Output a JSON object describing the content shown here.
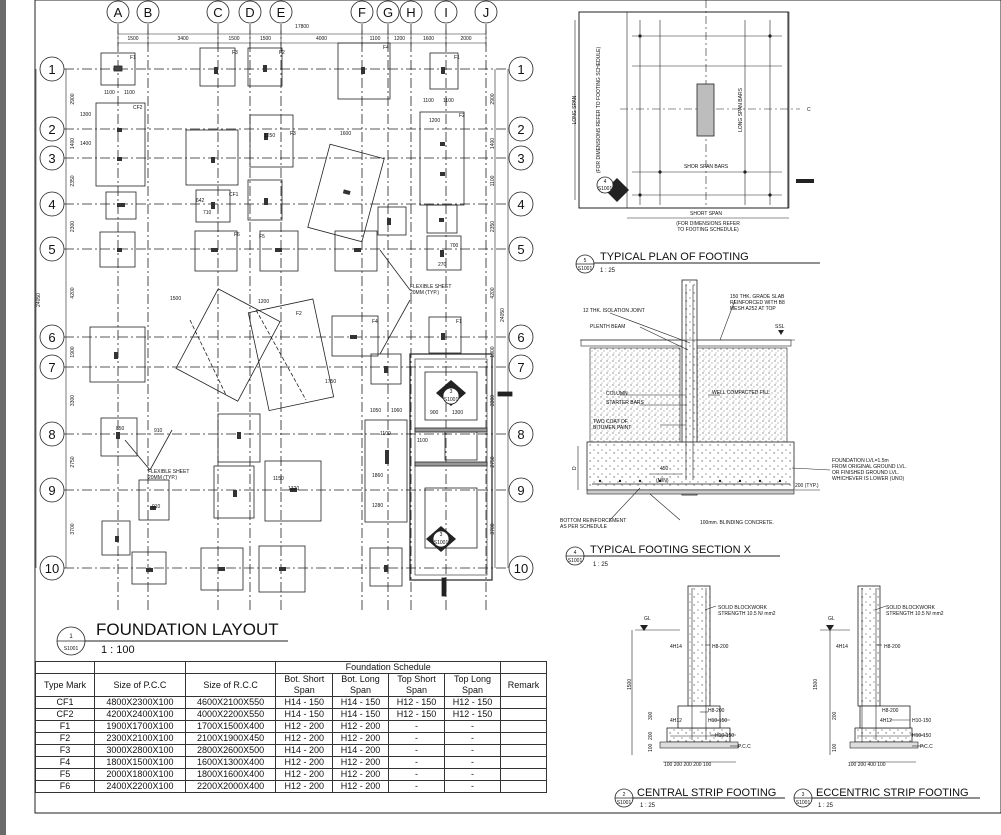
{
  "drawing": {
    "grid_columns": [
      "A",
      "B",
      "C",
      "D",
      "E",
      "F",
      "G",
      "H",
      "I",
      "J"
    ],
    "grid_rows": [
      "1",
      "2",
      "3",
      "4",
      "5",
      "6",
      "7",
      "8",
      "9",
      "10"
    ],
    "top_dims": [
      "1500",
      "3400",
      "1500",
      "1500",
      "4000",
      "1100",
      "1200",
      "1600",
      "2000"
    ],
    "overall_top_dim": "17800",
    "left_overall": "24050",
    "right_overall": "24050",
    "left_dims": [
      "2900",
      "1400",
      "2350",
      "2300",
      "4200",
      "1900",
      "3300",
      "2750",
      "3700"
    ],
    "right_dims": [
      "2900",
      "1400",
      "1100",
      "2350",
      "4200",
      "1900",
      "3300",
      "2750",
      "3700"
    ],
    "misc_dims": [
      "1100",
      "1100",
      "1300",
      "1400",
      "1200",
      "1250",
      "642",
      "710",
      "1100",
      "1100",
      "700",
      "270",
      "1050",
      "1060",
      "900",
      "1300",
      "1100",
      "910",
      "1320",
      "910",
      "1150",
      "1860",
      "1280",
      "1600",
      "1500",
      "1750",
      "1200",
      "1100",
      "850"
    ],
    "footing_labels": [
      "F1",
      "CF2",
      "F3",
      "F2",
      "F4",
      "F1",
      "F2",
      "F3",
      "CF1",
      "F6",
      "F5",
      "F4",
      "F2",
      "F1"
    ],
    "flex_sheet_note_1": "FLEXIBLE SHEET\n20MM (TYP.)",
    "flex_sheet_note_2": "FLEXIBLE SHEET\n20MM (TYP.)",
    "main_title": "FOUNDATION LAYOUT",
    "main_scale": "1 : 100",
    "main_tag_num": "1",
    "main_tag_sheet": "S1001",
    "section_tags": [
      "3",
      "S1001",
      "3",
      "S1001"
    ]
  },
  "plan_detail": {
    "long_span": "LONG SPAN",
    "long_span_bars": "LONG SPAN BARS",
    "short_span": "SHORT SPAN",
    "short_span_bars": "SHOR SPAN BARS",
    "for_dims_note": "(FOR DIMENSIONS REFER\nTO FOOTING SCHEDULE)",
    "for_dims_note_v": "(FOR DIMENSIONS REFER TO FOOTING SCHEDULE)",
    "c_mark": "C",
    "cut_tag_num": "4",
    "cut_tag_sheet": "S1001",
    "title": "TYPICAL PLAN OF FOOTING",
    "scale": "1 : 25",
    "tag_num": "5",
    "tag_sheet": "S1001"
  },
  "section_detail": {
    "isolation_joint": "12 THK. ISOLATION JOINT",
    "plinth_beam": "PLENTH BEAM",
    "grade_slab": "150 THK. GRADE SLAB\nREINFORCED WITH B8\nMESH A252 AT TOP",
    "ssl": "SSL",
    "column": "COLUMN",
    "starter_bars": "STARTER BARS",
    "bitumen": "TWO COAT OF\nBITUMEN PAINT",
    "compacted_fill": "WELL COMPACTED FILL",
    "foundation_lvl": "FOUNDATION LVL=1.5m\nFROM ORIGINAL GROUND LVL.\nOR FINISHED GROUND LVL.\nWHICHEVER IS LOWER (UNO)",
    "dim_450": "450",
    "min": "(MIN)",
    "dim_200": "200 (TYP.)",
    "d_mark": "D",
    "bottom_reinf": "BOTTOM REINFORCEMENT\nAS PER SCHEDULE",
    "blinding": "100mm. BLINDING CONCRETE.",
    "title": "TYPICAL FOOTING SECTION X",
    "scale": "1 : 25",
    "tag_num": "4",
    "tag_sheet": "S1001"
  },
  "strip_central": {
    "solid_block": "SOLID BLOCKWORK\nSTRENGTH 10.5 N/ mm2",
    "gl": "GL",
    "bar_4h14": "4H14",
    "h8_200": "H8-200",
    "h8_200b": "H8-200",
    "h10_150a": "H10-150",
    "h10_150b": "H10-150",
    "bar_4h12": "4H12",
    "pcc": "P.C.C",
    "dim_1500": "1500",
    "dim_300": "300",
    "dim_200": "200",
    "dim_100": "100",
    "base_dims": "100 200   200  200 100",
    "title": "CENTRAL STRIP FOOTING",
    "scale": "1 : 25",
    "tag_num": "2",
    "tag_sheet": "S1001"
  },
  "strip_eccentric": {
    "solid_block": "SOLID BLOCKWORK\nSTRENGTH 10.5 N/ mm2",
    "gl": "GL",
    "bar_4h14": "4H14",
    "h8_200": "H8-200",
    "h8_200b": "H8-200",
    "h10_150a": "H10-150",
    "h10_150b": "H10-150",
    "bar_4h12": "4H12",
    "pcc": "P.C.C",
    "dim_1500": "1500",
    "dim_200": "200",
    "dim_100": "100",
    "base_dims": "100 200    400     100",
    "title": "ECCENTRIC STRIP FOOTING",
    "scale": "1 : 25",
    "tag_num": "3",
    "tag_sheet": "S1001"
  },
  "schedule": {
    "caption": "Foundation Schedule",
    "headers": [
      "Type Mark",
      "Size of P.C.C",
      "Size of R.C.C",
      "Bot. Short\nSpan",
      "Bot. Long\nSpan",
      "Top Short\nSpan",
      "Top Long\nSpan",
      "Remark"
    ],
    "rows": [
      [
        "CF1",
        "4800X2300X100",
        "4600X2100X550",
        "H14 - 150",
        "H14 - 150",
        "H12 - 150",
        "H12 - 150",
        ""
      ],
      [
        "CF2",
        "4200X2400X100",
        "4000X2200X550",
        "H14 - 150",
        "H14 - 150",
        "H12 - 150",
        "H12 - 150",
        ""
      ],
      [
        "F1",
        "1900X1700X100",
        "1700X1500X400",
        "H12 - 200",
        "H12 - 200",
        "-",
        "-",
        ""
      ],
      [
        "F2",
        "2300X2100X100",
        "2100X1900X450",
        "H12 - 200",
        "H12 - 200",
        "-",
        "-",
        ""
      ],
      [
        "F3",
        "3000X2800X100",
        "2800X2600X500",
        "H14 - 200",
        "H14 - 200",
        "-",
        "-",
        ""
      ],
      [
        "F4",
        "1800X1500X100",
        "1600X1300X400",
        "H12 - 200",
        "H12 - 200",
        "-",
        "-",
        ""
      ],
      [
        "F5",
        "2000X1800X100",
        "1800X1600X400",
        "H12 - 200",
        "H12 - 200",
        "-",
        "-",
        ""
      ],
      [
        "F6",
        "2400X2200X100",
        "2200X2000X400",
        "H12 - 200",
        "H12 - 200",
        "-",
        "-",
        ""
      ]
    ]
  }
}
